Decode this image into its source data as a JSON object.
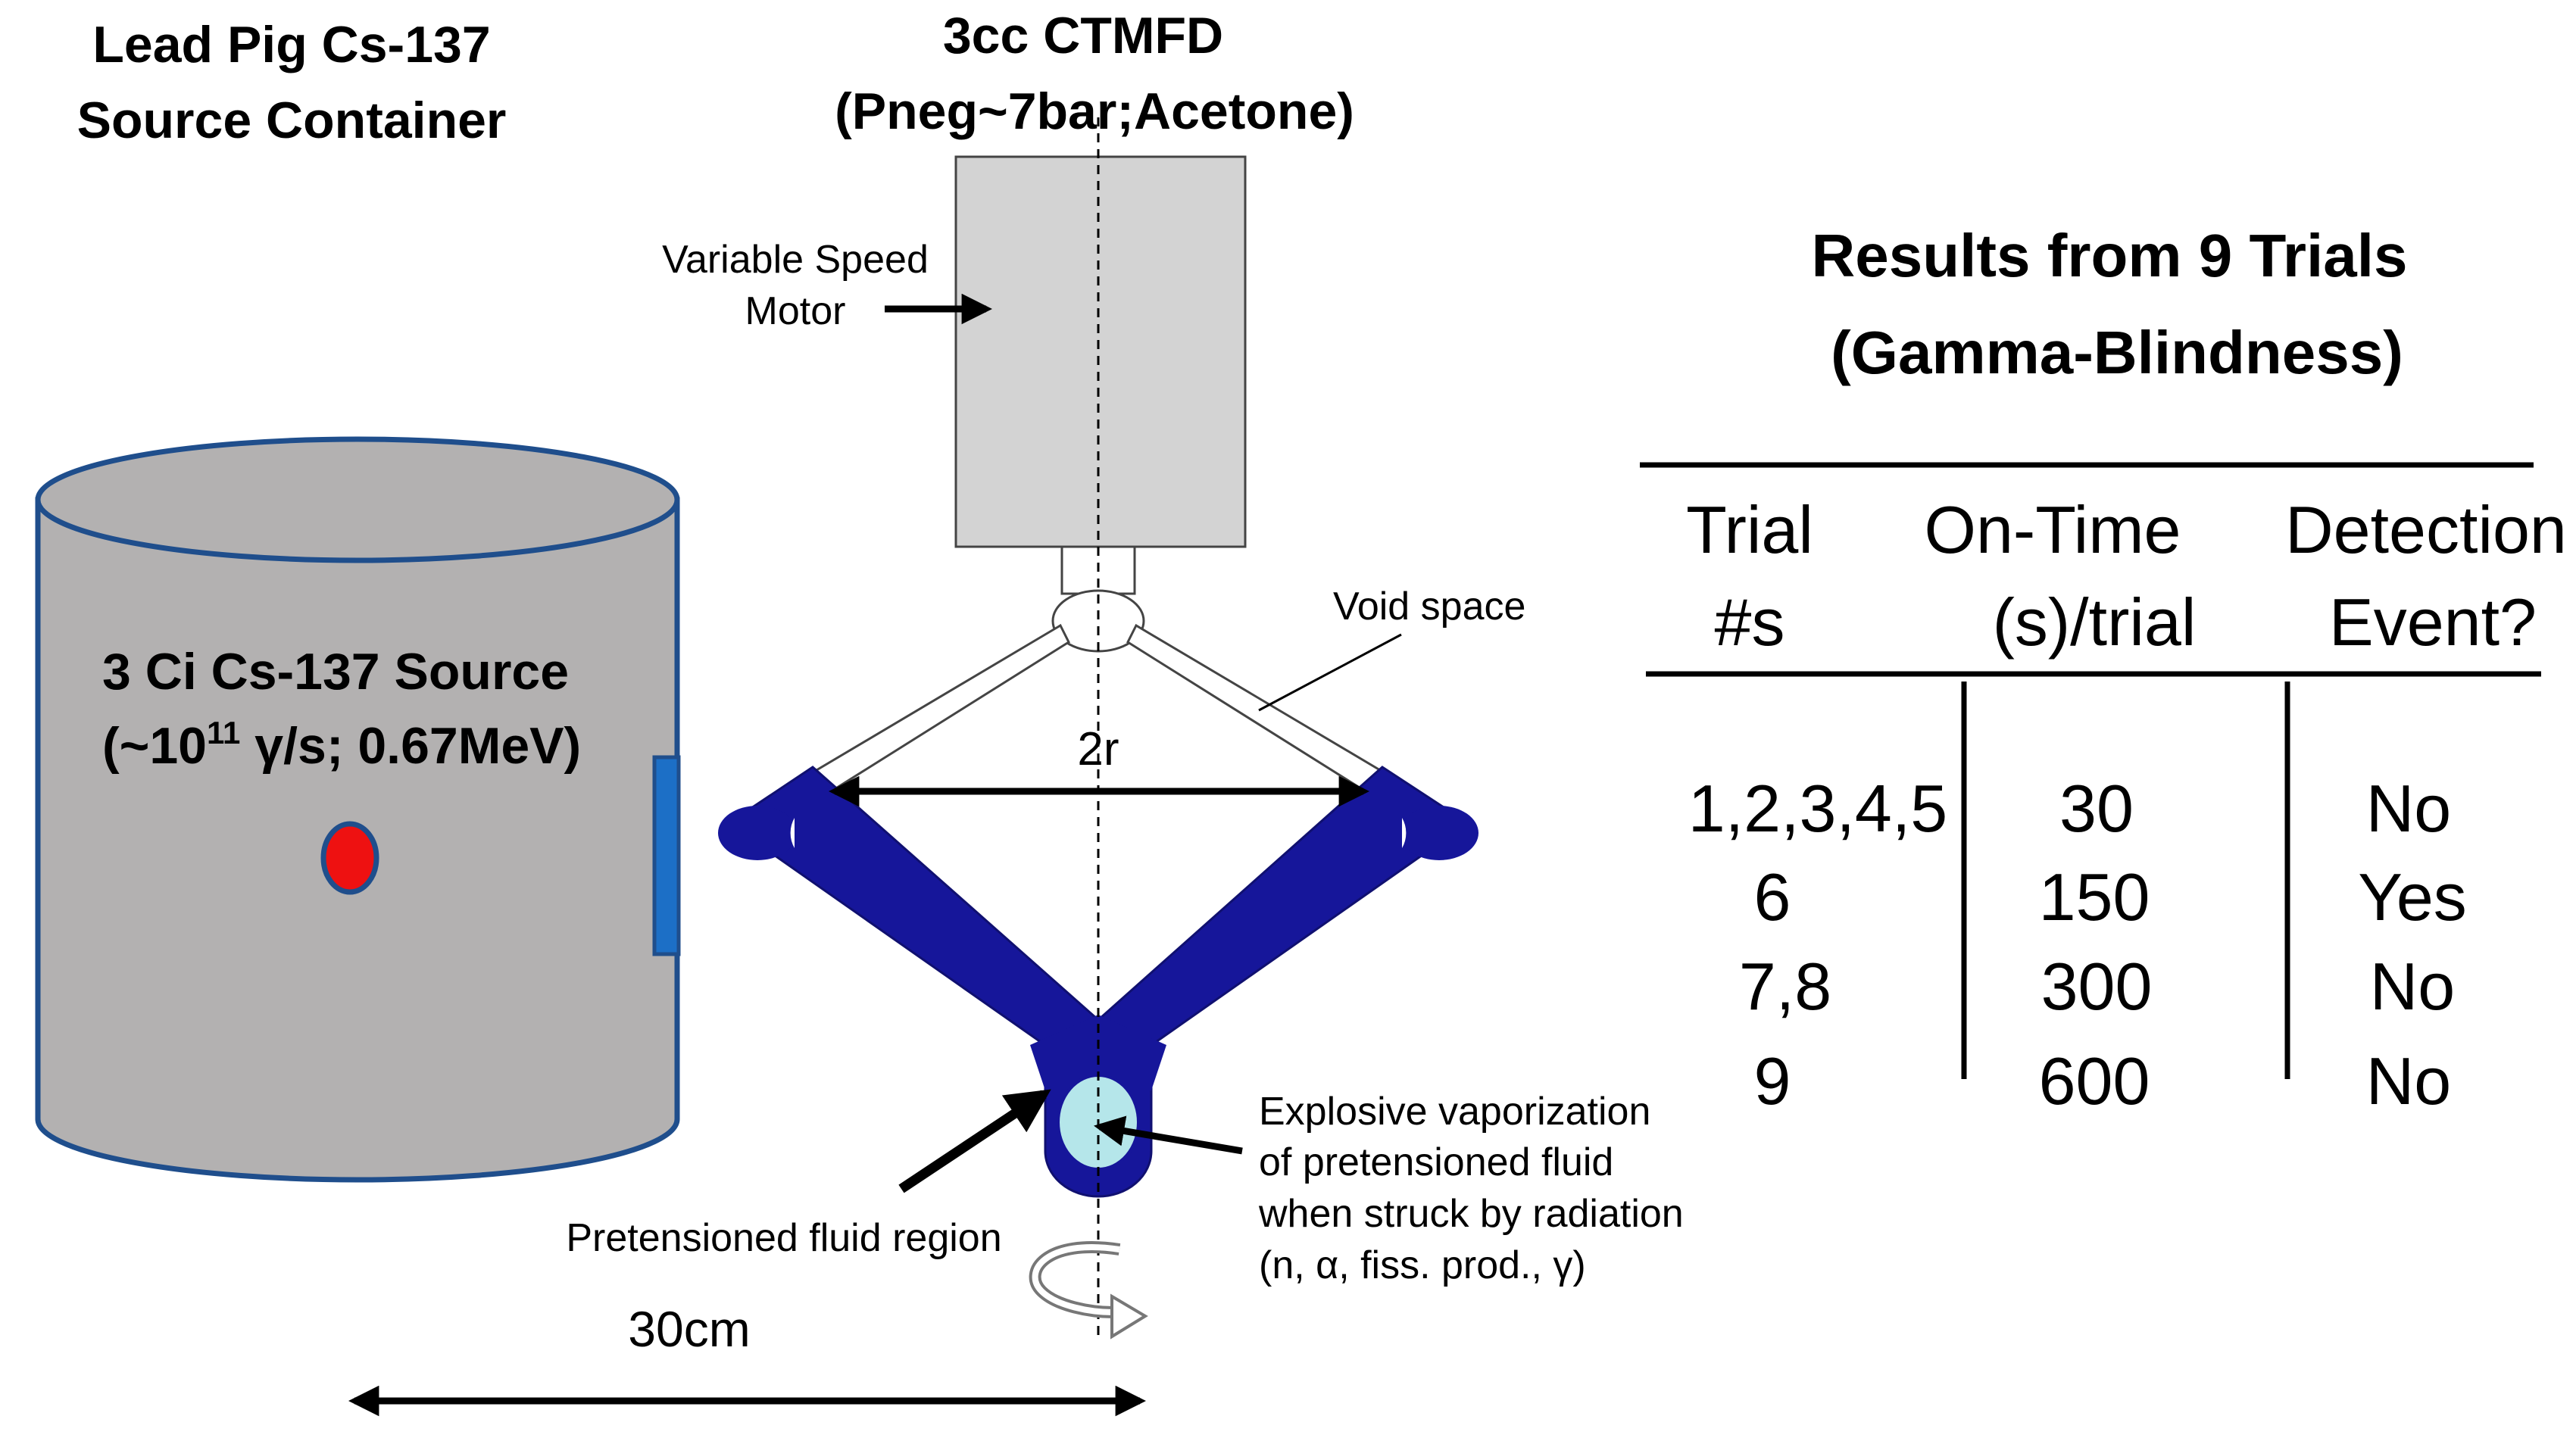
{
  "container": {
    "title_line1": "Lead Pig Cs-137",
    "title_line2": "Source Container",
    "source_line1": "3 Ci Cs-137 Source",
    "source_line2_prefix": "(~10",
    "source_line2_exp": "11",
    "source_line2_suffix": " γ/s; 0.67MeV)"
  },
  "detector": {
    "title_line1": "3cc CTMFD",
    "title_line2": "(Pneg~7bar;Acetone)",
    "motor_label_line1": "Variable Speed",
    "motor_label_line2": "Motor",
    "void_label": "Void space",
    "radius_label": "2r",
    "fluid_label": "Pretensioned fluid region",
    "explosion_label": [
      "Explosive vaporization",
      "of pretensioned fluid",
      "when struck by radiation",
      "(n, α, fiss. prod., γ)"
    ],
    "distance_label": "30cm"
  },
  "results": {
    "title_line1": "Results from 9 Trials",
    "title_line2": "(Gamma-Blindness)",
    "headers": [
      [
        "Trial",
        "#s"
      ],
      [
        "On-Time",
        "(s)/trial"
      ],
      [
        "Detection",
        "Event?"
      ]
    ],
    "rows": [
      [
        "1,2,3,4,5",
        "30",
        "No"
      ],
      [
        "6",
        "150",
        "Yes"
      ],
      [
        "7,8",
        "300",
        "No"
      ],
      [
        "9",
        "600",
        "No"
      ]
    ]
  },
  "colors": {
    "container_fill": "#b3b1b1",
    "container_outline": "#1f4e8c",
    "source_dot": "#ee1111",
    "port": "#1c6fc6",
    "motor_fill": "#d3d3d3",
    "tube": "#16169a",
    "bulb": "#b5e6ea"
  }
}
